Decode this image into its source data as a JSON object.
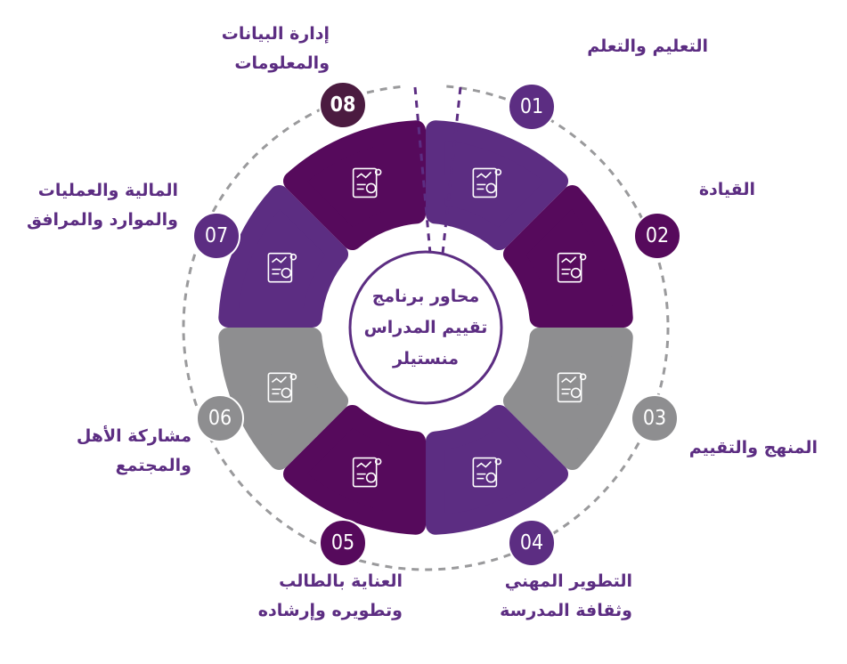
{
  "colors": {
    "light_purple": "#5c2d82",
    "dark_purple": "#560a5c",
    "gray": "#8e8e90",
    "maroon": "#4b1b40",
    "text": "#5c2d82",
    "dash": "#9a9a9c"
  },
  "center": {
    "line1": "محاور برنامج",
    "line2": "تقييم المدراس",
    "line3": "منستيلر"
  },
  "axes": [
    {
      "number": "01",
      "line1": "التعليم والتعلم",
      "line2": "",
      "color": "light_purple",
      "badge_color": "light_purple",
      "icon": "lightbulb-people-icon"
    },
    {
      "number": "02",
      "line1": "القيادة",
      "line2": "",
      "color": "dark_purple",
      "badge_color": "dark_purple",
      "icon": "hand-group-icon"
    },
    {
      "number": "03",
      "line1": "المنهج والتقييم",
      "line2": "",
      "color": "gray",
      "badge_color": "gray",
      "icon": "checklist-magnifier-icon"
    },
    {
      "number": "04",
      "line1": "التطوير المهني",
      "line2": "وثقافة المدرسة",
      "color": "light_purple",
      "badge_color": "light_purple",
      "icon": "hand-growth-chart-icon"
    },
    {
      "number": "05",
      "line1": "العناية بالطالب",
      "line2": "وتطويره وإرشاده",
      "color": "dark_purple",
      "badge_color": "dark_purple",
      "icon": "student-care-icon"
    },
    {
      "number": "06",
      "line1": "مشاركة الأهل",
      "line2": "والمجتمع",
      "color": "gray",
      "badge_color": "gray",
      "icon": "community-cycle-icon"
    },
    {
      "number": "07",
      "line1": "المالية والعمليات",
      "line2": "والموارد والمرافق",
      "color": "light_purple",
      "badge_color": "light_purple",
      "icon": "finance-gear-icon"
    },
    {
      "number": "08",
      "line1": "إدارة البيانات",
      "line2": "والمعلومات",
      "color": "dark_purple",
      "badge_color": "maroon",
      "icon": "data-report-icon"
    }
  ]
}
